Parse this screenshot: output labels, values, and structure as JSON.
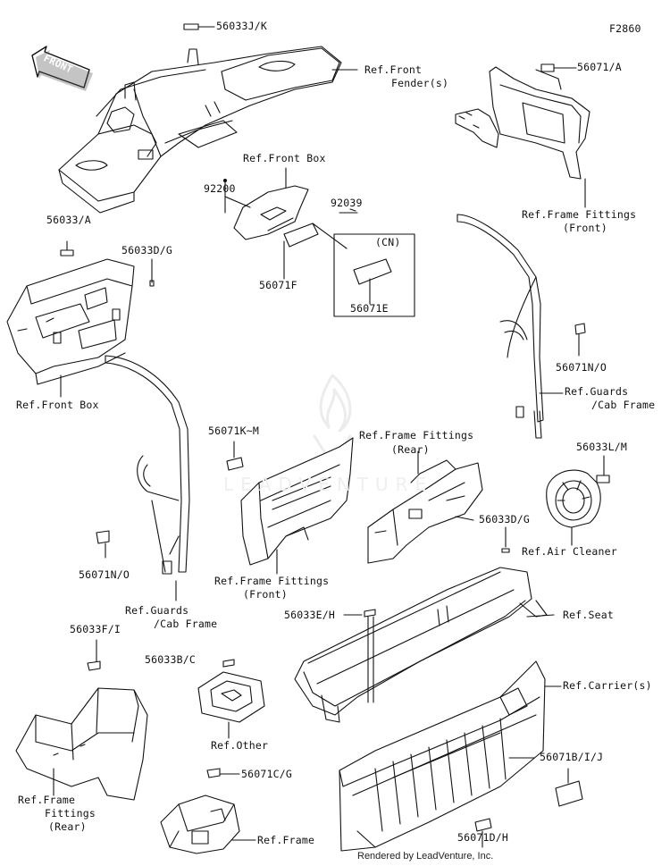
{
  "diagram_code": "F2860",
  "footer": "Rendered by LeadVenture, Inc.",
  "watermark": "LEADVENTURE",
  "front_arrow": "FRONT",
  "labels": {
    "p56033jk": "56033J/K",
    "ref_front_fender_1": "Ref.Front",
    "ref_front_fender_2": "Fender(s)",
    "p56071a": "56071/A",
    "ref_front_box_top": "Ref.Front Box",
    "p92200": "92200",
    "p92039": "92039",
    "cn": "(CN)",
    "p56071f": "56071F",
    "p56071e": "56071E",
    "p56033a": "56033/A",
    "p56033dg_1": "56033D/G",
    "ref_frame_fittings_front_1a": "Ref.Frame Fittings",
    "ref_frame_fittings_front_1b": "(Front)",
    "ref_front_box_left": "Ref.Front Box",
    "p56071no_right": "56071N/O",
    "ref_guards_right_1": "Ref.Guards",
    "ref_guards_right_2": "/Cab Frame",
    "p56071km": "56071K~M",
    "ref_frame_fittings_rear_1a": "Ref.Frame Fittings",
    "ref_frame_fittings_rear_1b": "(Rear)",
    "p56033lm": "56033L/M",
    "p56033dg_2": "56033D/G",
    "ref_air_cleaner": "Ref.Air Cleaner",
    "p56071no_left": "56071N/O",
    "ref_frame_fittings_front_2a": "Ref.Frame Fittings",
    "ref_frame_fittings_front_2b": "(Front)",
    "ref_guards_left_1": "Ref.Guards",
    "ref_guards_left_2": "/Cab Frame",
    "p56033eh": "56033E/H",
    "ref_seat": "Ref.Seat",
    "p56033fi": "56033F/I",
    "p56033bc": "56033B/C",
    "ref_carriers": "Ref.Carrier(s)",
    "ref_other": "Ref.Other",
    "p56071bij": "56071B/I/J",
    "p56071cg": "56071C/G",
    "ref_frame_fittings_rear_2a": "Ref.Frame",
    "ref_frame_fittings_rear_2b": "Fittings",
    "ref_frame_fittings_rear_2c": "(Rear)",
    "ref_frame": "Ref.Frame",
    "p56071dh": "56071D/H"
  }
}
